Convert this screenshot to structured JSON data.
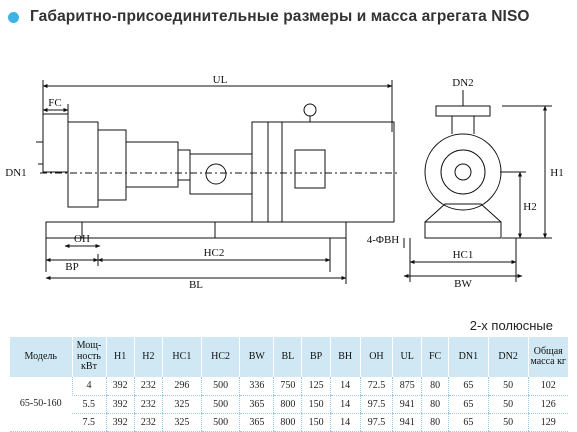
{
  "header": {
    "title": "Габаритно-присоединительные размеры и масса агрегата NISO",
    "bullet_color": "#3db3e3"
  },
  "drawing": {
    "labels": {
      "fc": "FC",
      "ul": "UL",
      "dn1": "DN1",
      "dn2": "DN2",
      "oh": "OH",
      "bp": "BP",
      "hc2": "HC2",
      "bl": "BL",
      "hc1": "HC1",
      "bw": "BW",
      "h1": "H1",
      "h2": "H2",
      "bh": "4-ΦBH"
    }
  },
  "table": {
    "subtitle": "2-х полюсные",
    "header_color": "#cfe8f4",
    "columns": [
      "Модель",
      "Мощ-ность кВт",
      "H1",
      "H2",
      "HC1",
      "HC2",
      "BW",
      "BL",
      "BP",
      "BH",
      "OH",
      "UL",
      "FC",
      "DN1",
      "DN2",
      "Общая масса кг"
    ],
    "model": "65-50-160",
    "rows": [
      [
        "4",
        "392",
        "232",
        "296",
        "500",
        "336",
        "750",
        "125",
        "14",
        "72.5",
        "875",
        "80",
        "65",
        "50",
        "102"
      ],
      [
        "5.5",
        "392",
        "232",
        "325",
        "500",
        "365",
        "800",
        "150",
        "14",
        "97.5",
        "941",
        "80",
        "65",
        "50",
        "126"
      ],
      [
        "7.5",
        "392",
        "232",
        "325",
        "500",
        "365",
        "800",
        "150",
        "14",
        "97.5",
        "941",
        "80",
        "65",
        "50",
        "129"
      ]
    ]
  }
}
